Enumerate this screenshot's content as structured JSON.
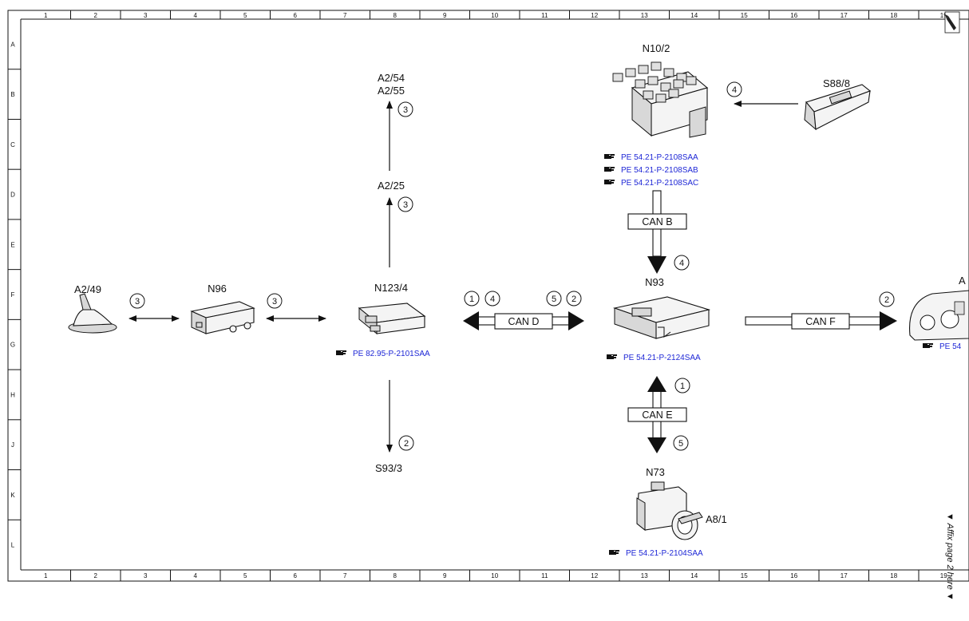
{
  "grid": {
    "columns": [
      "1",
      "2",
      "3",
      "4",
      "5",
      "6",
      "7",
      "8",
      "9",
      "10",
      "11",
      "12",
      "13",
      "14",
      "15",
      "16",
      "17",
      "18",
      "19"
    ],
    "rows": [
      "A",
      "B",
      "C",
      "D",
      "E",
      "F",
      "G",
      "H",
      "J",
      "K",
      "L"
    ]
  },
  "components": {
    "a2_49": "A2/49",
    "n96": "N96",
    "n123_4": "N123/4",
    "a2_54": "A2/54",
    "a2_55": "A2/55",
    "a2_25": "A2/25",
    "s93_3": "S93/3",
    "n10_2": "N10/2",
    "s88_8": "S88/8",
    "n93": "N93",
    "n73": "N73",
    "a8_1": "A8/1",
    "a_cut": "A"
  },
  "buses": {
    "can_b": "CAN B",
    "can_d": "CAN D",
    "can_e": "CAN E",
    "can_f": "CAN F"
  },
  "markers": {
    "a2_49_n96": "3",
    "n96_n123": "3",
    "n123_a2_25": "3",
    "a2_25_a2_54": "3",
    "n123_s93": "2",
    "s88_n10": "4",
    "can_b_down": "4",
    "can_d_left_a": "1",
    "can_d_left_b": "4",
    "can_d_right_a": "5",
    "can_d_right_b": "2",
    "can_f": "2",
    "can_e_up": "1",
    "can_e_down": "5"
  },
  "references": {
    "n10_2_a": "PE 54.21-P-2108SAA",
    "n10_2_b": "PE 54.21-P-2108SAB",
    "n10_2_c": "PE 54.21-P-2108SAC",
    "n123_4": "PE 82.95-P-2101SAA",
    "n93": "PE 54.21-P-2124SAA",
    "n73": "PE 54.21-P-2104SAA",
    "cut": "PE 54"
  },
  "icons": {
    "reference": "pointing-hand-icon",
    "corner": "pencil-icon"
  },
  "affix_note": "▼ Affix page 2 here ▼",
  "colors": {
    "reference_link": "#1e27d6",
    "line": "#111111",
    "background": "#ffffff"
  }
}
